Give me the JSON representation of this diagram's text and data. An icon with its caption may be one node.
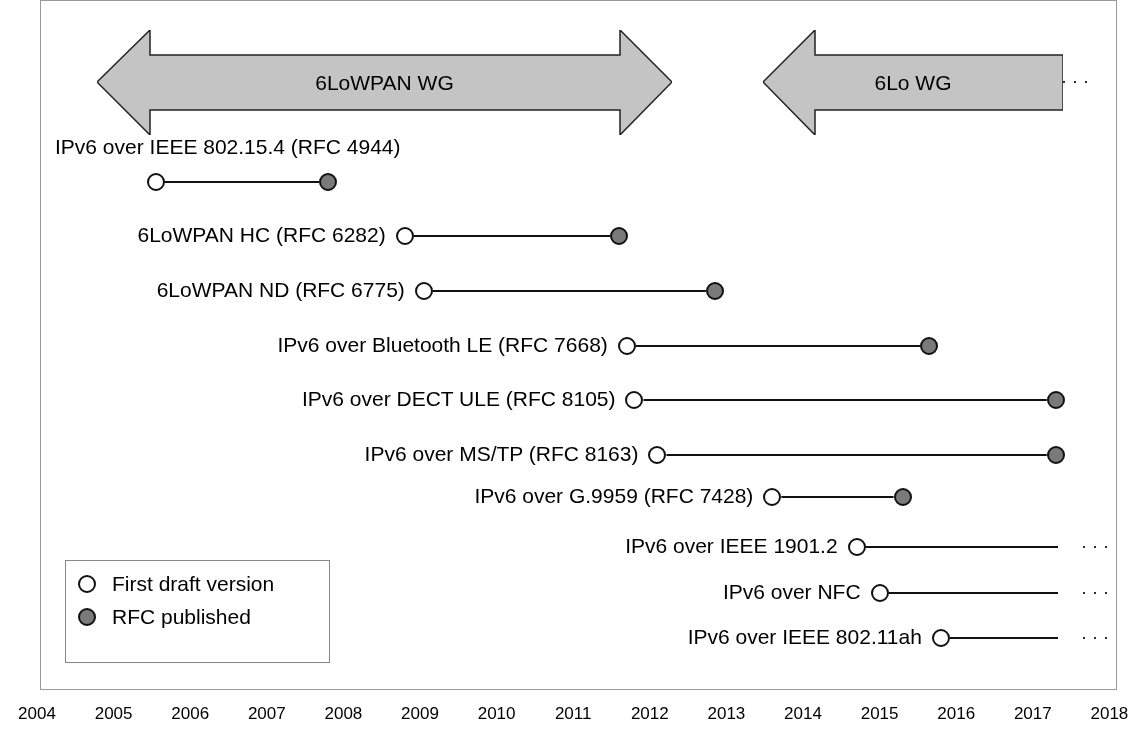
{
  "diagram": {
    "nodes": [
      {
        "text": [
          "6LoWPAN WG"
        ]
      },
      {
        "text": [
          "6Lo WG"
        ]
      },
      {
        "text": [],
        "shape": "circle",
        "beside": [
          "IPv6 over IEEE 802.15.4 (RFC 4944)"
        ]
      },
      {
        "text": [],
        "shape": "circle"
      },
      {
        "text": [],
        "shape": "circle",
        "beside": [
          "6LoWPAN HC (RFC 6282)"
        ]
      },
      {
        "text": [],
        "shape": "circle"
      },
      {
        "text": [],
        "shape": "circle",
        "beside": [
          "6LoWPAN ND (RFC 6775)"
        ]
      },
      {
        "text": [],
        "shape": "circle"
      },
      {
        "text": [],
        "shape": "circle",
        "beside": [
          "IPv6 over Bluetooth LE (RFC 7668)"
        ]
      },
      {
        "text": [],
        "shape": "circle"
      },
      {
        "text": [],
        "shape": "circle",
        "beside": [
          "IPv6 over DECT ULE (RFC 8105)"
        ]
      },
      {
        "text": [],
        "shape": "circle"
      },
      {
        "text": [],
        "shape": "circle",
        "beside": [
          "IPv6 over MS/TP (RFC 8163)"
        ]
      },
      {
        "text": [],
        "shape": "circle"
      },
      {
        "text": [],
        "shape": "circle",
        "beside": [
          "IPv6 over G.9959 (RFC 7428)"
        ]
      },
      {
        "text": [],
        "shape": "circle"
      },
      {
        "text": [],
        "shape": "circle",
        "beside": [
          "IPv6 over IEEE 1901.2"
        ]
      },
      {
        "text": [],
        "shape": "circle",
        "beside": [
          "IPv6 over NFC"
        ]
      },
      {
        "text": [],
        "shape": "circle",
        "beside": [
          "IPv6 over IEEE 802.11ah"
        ]
      }
    ],
    "edges": [
      {
        "from": 2,
        "to": 3,
        "arrow": "none"
      },
      {
        "from": 4,
        "to": 5,
        "arrow": "none"
      },
      {
        "from": 6,
        "to": 7,
        "arrow": "none"
      },
      {
        "from": 8,
        "to": 9,
        "arrow": "none"
      },
      {
        "from": 10,
        "to": 11,
        "arrow": "none"
      },
      {
        "from": 12,
        "to": 13,
        "arrow": "none"
      },
      {
        "from": 14,
        "to": 15,
        "arrow": "none"
      },
      {
        "from": 16,
        "to": null,
        "arrow": "none"
      },
      {
        "from": 17,
        "to": null,
        "arrow": "none"
      },
      {
        "from": 18,
        "to": null,
        "arrow": "none"
      }
    ],
    "labels": [
      "· · ·",
      "· · ·",
      "· · ·",
      "· · ·",
      "2004",
      "2005",
      "2006",
      "2007",
      "2008",
      "2009",
      "2010",
      "2011",
      "2012",
      "2013",
      "2014",
      "2015",
      "2016",
      "2017",
      "2018"
    ],
    "legend": [
      {
        "text": "First draft version"
      },
      {
        "text": "RFC published"
      }
    ]
  }
}
